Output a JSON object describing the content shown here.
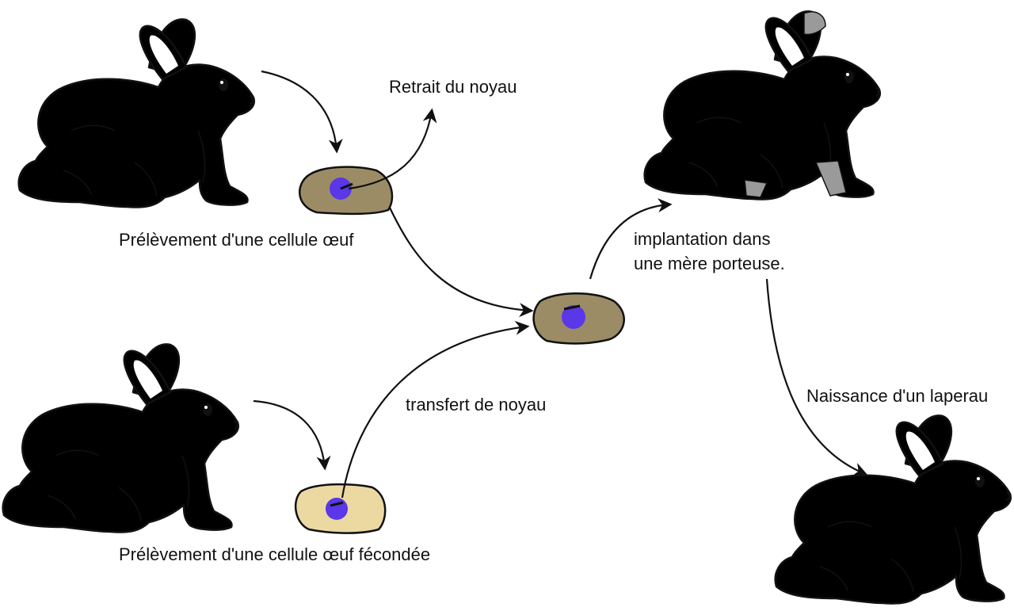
{
  "labels": {
    "retrait": "Retrait du noyau",
    "prelevement_oeuf": "Prélèvement d'une cellule œuf",
    "prelevement_feconde": "Prélèvement d'une cellule œuf  fécondée",
    "transfert": "transfert de noyau",
    "implantation_line1": "implantation dans",
    "implantation_line2": "une mère porteuse.",
    "naissance": "Naissance d'un laperau"
  },
  "colors": {
    "rabbit_dark": "#3a3a2c",
    "rabbit_olive": "#b4b486",
    "rabbit_white": "#ffffff",
    "rabbit_gray_accent": "#9a9a9a",
    "cell_brown": "#9c8c66",
    "cell_tan": "#ecd9a2",
    "nucleus": "#5a37e8",
    "arrow": "#111111"
  },
  "icons": [
    "rabbit-icon",
    "cell-icon",
    "nucleus-icon",
    "arrow-icon"
  ]
}
